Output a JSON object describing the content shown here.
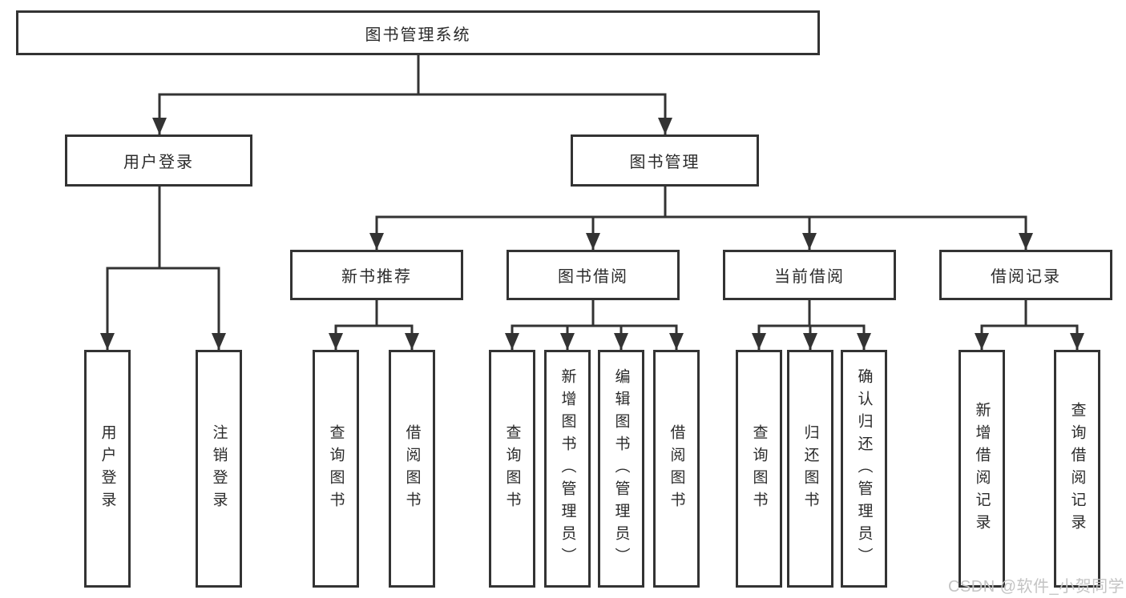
{
  "nodes": {
    "root": "图书管理系统",
    "level2": [
      "用户登录",
      "图书管理"
    ],
    "level3": [
      "新书推荐",
      "图书借阅",
      "当前借阅",
      "借阅记录"
    ],
    "leaves": {
      "login": [
        "用户登录",
        "注销登录"
      ],
      "recommend": [
        "查询图书",
        "借阅图书"
      ],
      "borrow": [
        "查询图书",
        "新增图书（管理员）",
        "编辑图书（管理员）",
        "借阅图书"
      ],
      "current": [
        "查询图书",
        "归还图书",
        "确认归还（管理员）"
      ],
      "records": [
        "新增借阅记录",
        "查询借阅记录"
      ]
    }
  },
  "watermark": "CSDN @软件_小贺同学",
  "colors": {
    "background": "#ffffff",
    "line": "#333333",
    "box_border": "#333333",
    "text": "#2b2b2b",
    "watermark": "#c4c4c4"
  }
}
